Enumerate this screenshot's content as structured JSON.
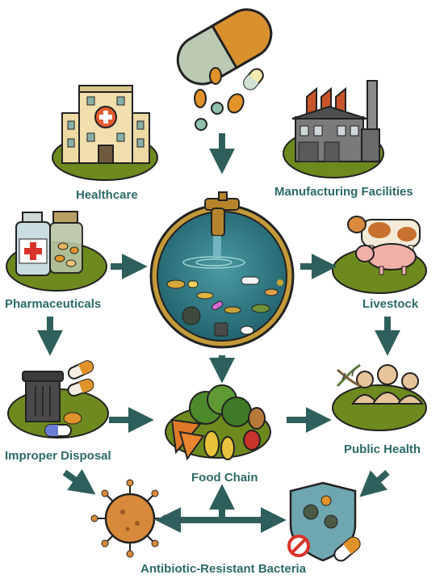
{
  "nodes": {
    "healthcare": "Healthcare",
    "manufacturing": "Manufacturing Facilities",
    "pharmaceuticals": "Pharmaceuticals",
    "livestock": "Livestock",
    "improper_disposal": "Improper Disposal",
    "food_chain": "Food Chain",
    "public_health": "Public Health",
    "resistant_bacteria": "Antibiotic-Resistant Bacteria"
  },
  "colors": {
    "arrow": "#2f5f5c",
    "label": "#2b6a66",
    "ground": "#6e8a1f",
    "water": "#2d7b86",
    "pill_orange": "#e0922b",
    "bacteria": "#d88a3a"
  },
  "icons": [
    "capsule-icon",
    "hospital-icon",
    "factory-icon",
    "faucet-icon",
    "pill-bottle-icon",
    "cow-icon",
    "pig-icon",
    "trash-can-icon",
    "vegetables-icon",
    "people-icon",
    "dna-icon",
    "virus-icon",
    "shield-icon",
    "no-symbol-icon"
  ]
}
